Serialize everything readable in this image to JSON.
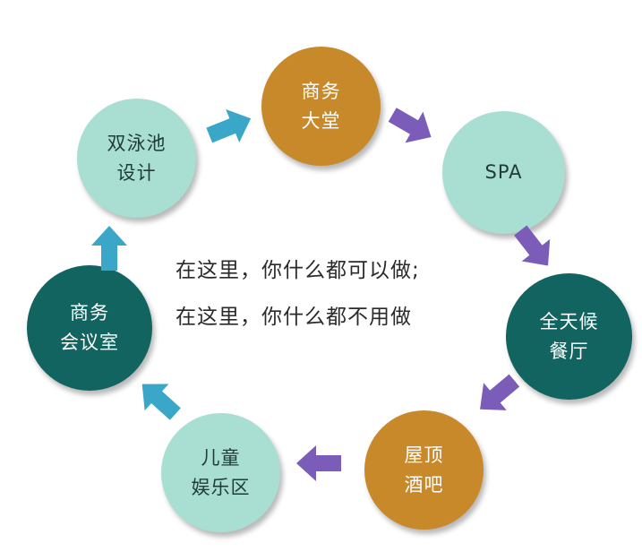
{
  "diagram": {
    "nodes": [
      {
        "id": "n-lobby",
        "lines": [
          "商务",
          "大堂"
        ],
        "style": "gold"
      },
      {
        "id": "n-spa",
        "lines": [
          "SPA"
        ],
        "style": "light"
      },
      {
        "id": "n-restaurant",
        "lines": [
          "全天候",
          "餐厅"
        ],
        "style": "teal"
      },
      {
        "id": "n-bar",
        "lines": [
          "屋顶",
          "酒吧"
        ],
        "style": "gold"
      },
      {
        "id": "n-kids",
        "lines": [
          "儿童",
          "娱乐区"
        ],
        "style": "light"
      },
      {
        "id": "n-meeting",
        "lines": [
          "商务",
          "会议室"
        ],
        "style": "teal"
      },
      {
        "id": "n-pool",
        "lines": [
          "双泳池",
          "设计"
        ],
        "style": "light"
      }
    ],
    "center_lines": [
      "在这里，你什么都可以做;",
      "在这里，你什么都不用做"
    ],
    "colors": {
      "light_node": "#a9ded3",
      "gold_node": "#c8892a",
      "teal_node": "#126460",
      "arrow_blue": "#3aa6c8",
      "arrow_purple": "#7b5cb8"
    }
  }
}
